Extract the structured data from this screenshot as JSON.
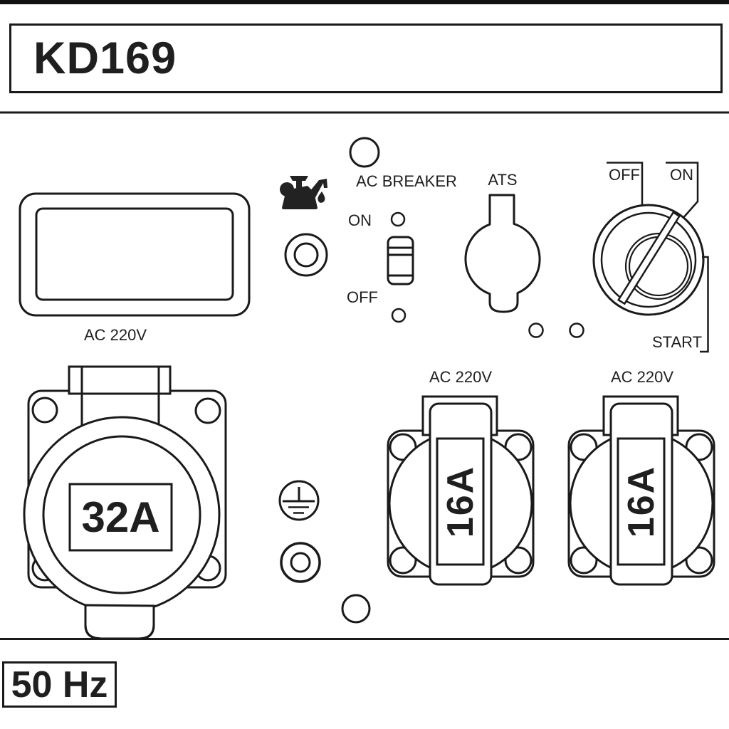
{
  "title_plate": {
    "model": "KD169"
  },
  "frequency_plate": {
    "value": "50 Hz"
  },
  "voltmeter": {
    "label": "AC 220V"
  },
  "oil_alert": {
    "icon": "oil-can-icon"
  },
  "ac_breaker": {
    "title": "AC BREAKER",
    "on": "ON",
    "off": "OFF"
  },
  "ats": {
    "label": "ATS"
  },
  "ignition": {
    "off": "OFF",
    "on": "ON",
    "start": "START"
  },
  "sockets": {
    "main": {
      "rating": "32A"
    },
    "left": {
      "voltage": "AC 220V",
      "rating": "16A"
    },
    "right": {
      "voltage": "AC 220V",
      "rating": "16A"
    }
  },
  "colors": {
    "line": "#1a1a1a",
    "indicator_red": "#ee1111"
  }
}
